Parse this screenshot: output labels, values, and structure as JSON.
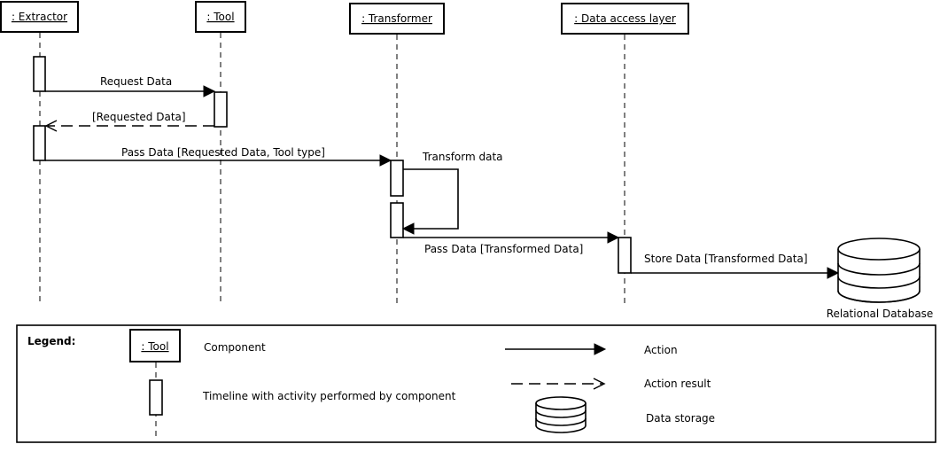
{
  "participants": {
    "extractor": ": Extractor",
    "tool": ": Tool",
    "transformer": ": Transformer",
    "data_access_layer": ": Data access layer"
  },
  "messages": {
    "request_data": "Request Data",
    "requested_data": "[Requested Data]",
    "pass_data_tool": "Pass Data [Requested Data, Tool type]",
    "transform_data": "Transform data",
    "pass_data_transformed": "Pass Data [Transformed Data]",
    "store_data": "Store Data [Transformed Data]"
  },
  "storage": {
    "label": "Relational Database"
  },
  "legend": {
    "title": "Legend:",
    "sample_component": ": Tool",
    "component": "Component",
    "timeline": "Timeline with activity performed by component",
    "action": "Action",
    "action_result": "Action result",
    "data_storage": "Data storage"
  }
}
